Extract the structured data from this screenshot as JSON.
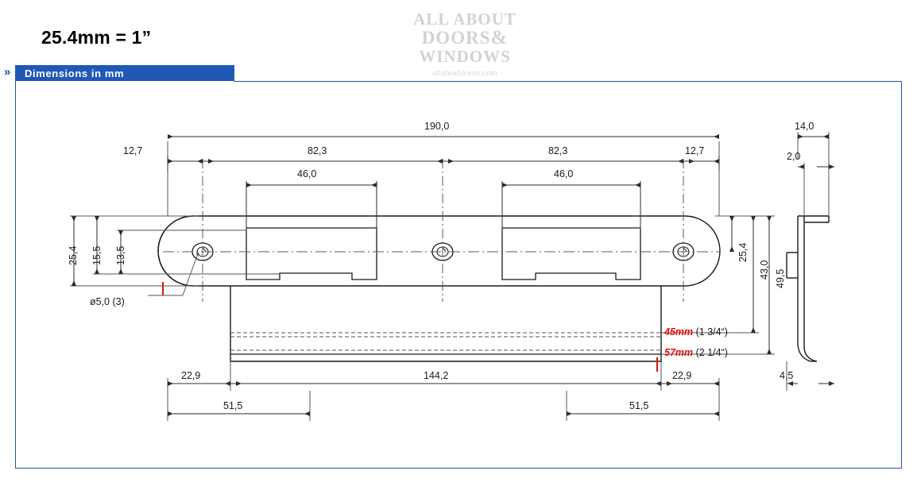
{
  "header": {
    "scale_note": "25.4mm = 1”",
    "chevron": "»",
    "title_bar": "Dimensions in  mm"
  },
  "watermark": {
    "line1": "ALL ABOUT",
    "line2": "DOORS",
    "amp": "&",
    "line3": "WINDOWS",
    "line4": "allaboutdoors.com"
  },
  "drawing": {
    "type": "technical-dimension-drawing",
    "subject": "door strike plate / keeper faceplate",
    "units": "mm",
    "front_view": {
      "overall_length": "190,0",
      "left_edge_to_first_hole": "12,7",
      "right_edge_to_last_hole": "12,7",
      "hole_spacing_left": "82,3",
      "hole_spacing_right": "82,3",
      "left_pocket_width": "46,0",
      "right_pocket_width": "46,0",
      "plate_height": "25,4",
      "height_a": "15,5",
      "height_b": "13,5",
      "right_height_25_4": "25,4",
      "right_height_43_0": "43,0",
      "right_height_49_5": "49,5",
      "hole_callout": "ø5,0 (3)",
      "bottom_left_offset": "22,9",
      "bottom_right_offset": "22,9",
      "bottom_middle": "144,2",
      "bottom_left_51_5": "51,5",
      "bottom_right_51_5": "51,5",
      "depth_45_value": "45mm",
      "depth_45_inch": "(1 3/4“)",
      "depth_57_value": "57mm",
      "depth_57_inch": "(2 1/4“)"
    },
    "side_view": {
      "width_14_0": "14,0",
      "thickness_2_0": "2,0",
      "return_4_5": "4,5"
    }
  },
  "colors": {
    "accent_blue": "#1f59b5",
    "red": "#e01010",
    "line": "#1a1a1a",
    "watermark_grey": "#d2d2d2"
  }
}
